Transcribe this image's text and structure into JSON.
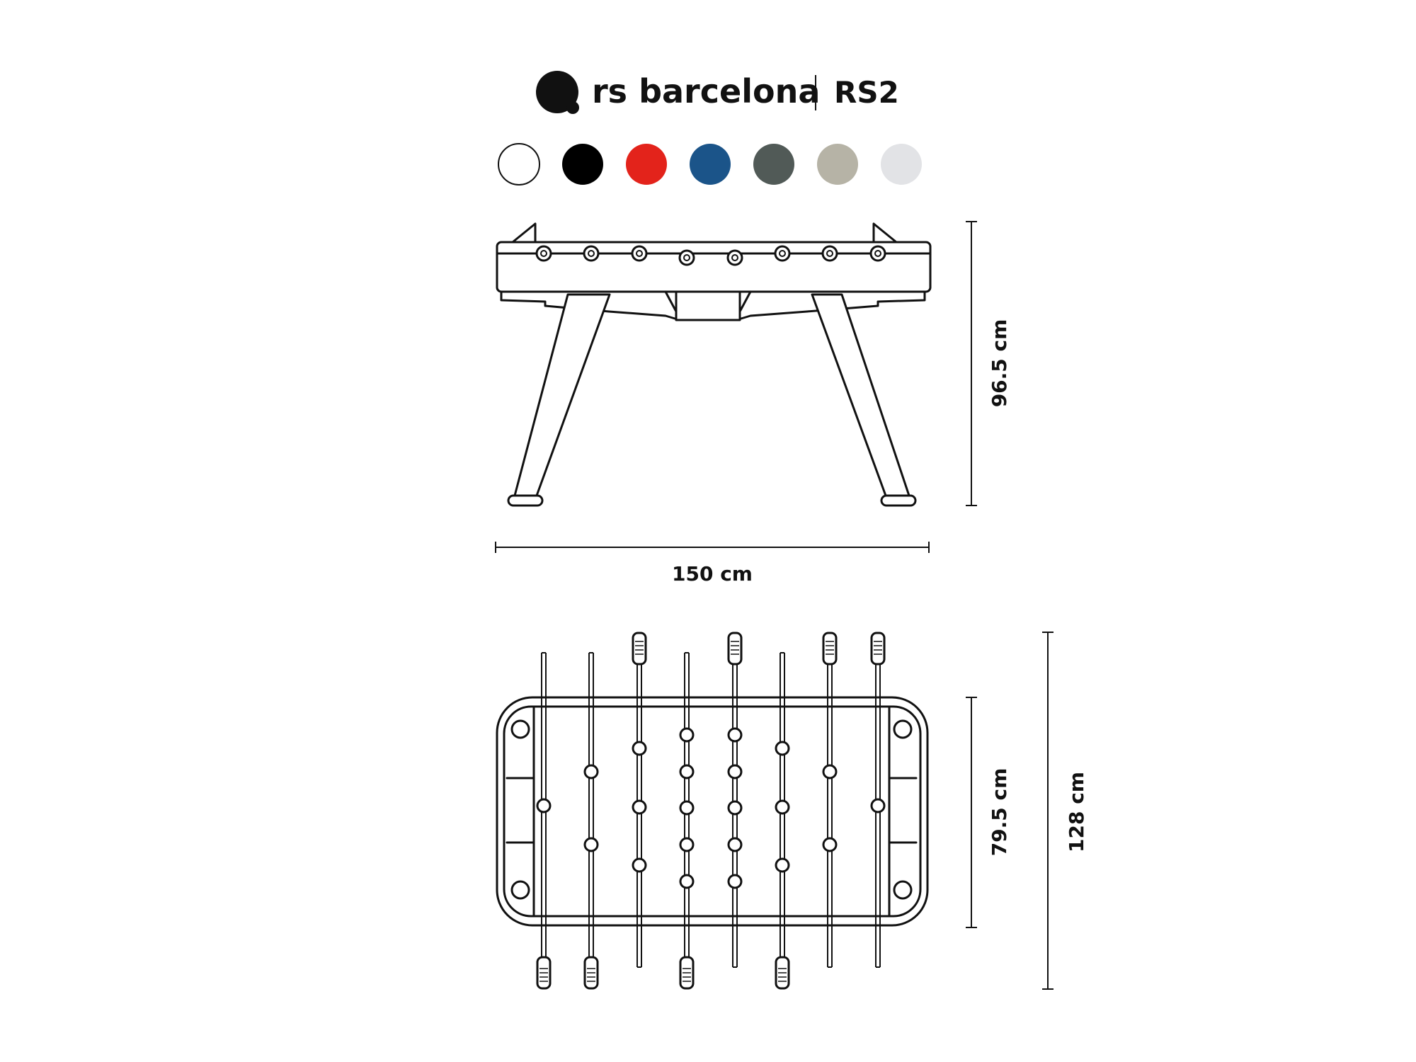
{
  "brand": {
    "name": "rs barcelona",
    "model": "RS2"
  },
  "swatches": [
    {
      "name": "white",
      "color": "#ffffff"
    },
    {
      "name": "black",
      "color": "#000000"
    },
    {
      "name": "red",
      "color": "#e3231b"
    },
    {
      "name": "blue",
      "color": "#1b5489"
    },
    {
      "name": "dark-grey",
      "color": "#515a57"
    },
    {
      "name": "beige",
      "color": "#b6b3a6"
    },
    {
      "name": "light-grey",
      "color": "#e2e3e6"
    }
  ],
  "dimensions": {
    "height": "96.5 cm",
    "width": "150 cm",
    "depth": "79.5 cm",
    "depth_with_rods": "128 cm"
  }
}
